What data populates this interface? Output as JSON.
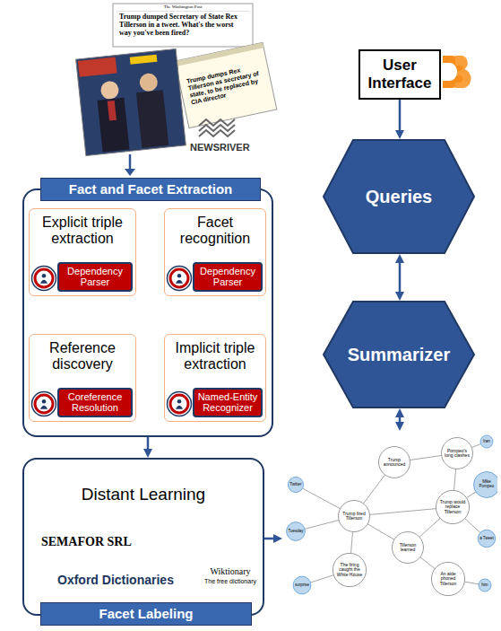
{
  "diagram": {
    "nodes": [
      {
        "text": [
          "Fact and Facet Extraction"
        ]
      },
      {
        "text": [
          "Explicit triple extraction"
        ],
        "in": 0
      },
      {
        "text": [
          "Dependency Parser"
        ],
        "in": 1
      },
      {
        "text": [
          "Facet recognition"
        ],
        "in": 0
      },
      {
        "text": [
          "Dependency Parser"
        ],
        "in": 3
      },
      {
        "text": [
          "Reference discovery"
        ],
        "in": 0
      },
      {
        "text": [
          "Coreference Resolution"
        ],
        "in": 5
      },
      {
        "text": [
          "Implicit triple extraction"
        ],
        "in": 0
      },
      {
        "text": [
          "Named-Entity Recognizer"
        ],
        "in": 7
      },
      {
        "text": [
          "Distant Learning",
          "Facet Labeling"
        ]
      },
      {
        "text": [
          "User Interface"
        ]
      },
      {
        "text": [
          "Queries"
        ]
      },
      {
        "text": [
          "Summarizer"
        ]
      },
      {
        "text": [
          "Trump fired Tillerson",
          "Trump announced",
          "Pompeo's long clashes",
          "Trump would replace Tillerson",
          "The firing caught the White House",
          "Tillerson learned",
          "An aide phoned Tillerson",
          "Twitter",
          "Tuesday",
          "surprise",
          "Iran",
          "Mike Pompeo",
          "a Tweet",
          "him"
        ]
      }
    ],
    "edges": [
      {
        "from": 1,
        "to": 3,
        "arrow": "to"
      },
      {
        "from": 3,
        "to": 7,
        "arrow": "to"
      },
      {
        "from": 7,
        "to": 5,
        "arrow": "to"
      },
      {
        "from": 0,
        "to": 9,
        "arrow": "to"
      },
      {
        "from": 9,
        "to": 13,
        "arrow": "to"
      },
      {
        "from": 10,
        "to": 11,
        "arrow": "to"
      },
      {
        "from": 11,
        "to": 12,
        "arrow": "both"
      },
      {
        "from": 12,
        "to": 13,
        "arrow": "both"
      }
    ],
    "labels": [
      "The Washington Post",
      "Trump dumped Secretary of State Rex Tillerson in a tweet. What's the worst way you've been fired?",
      "Trump dumps Rex Tillerson as secretary of state, to be replaced by CIA director",
      "NEWSRIVER",
      "SEMAFOR SRL",
      "Oxford Dictionaries",
      "Wiktionary",
      "The free dictionary"
    ]
  }
}
